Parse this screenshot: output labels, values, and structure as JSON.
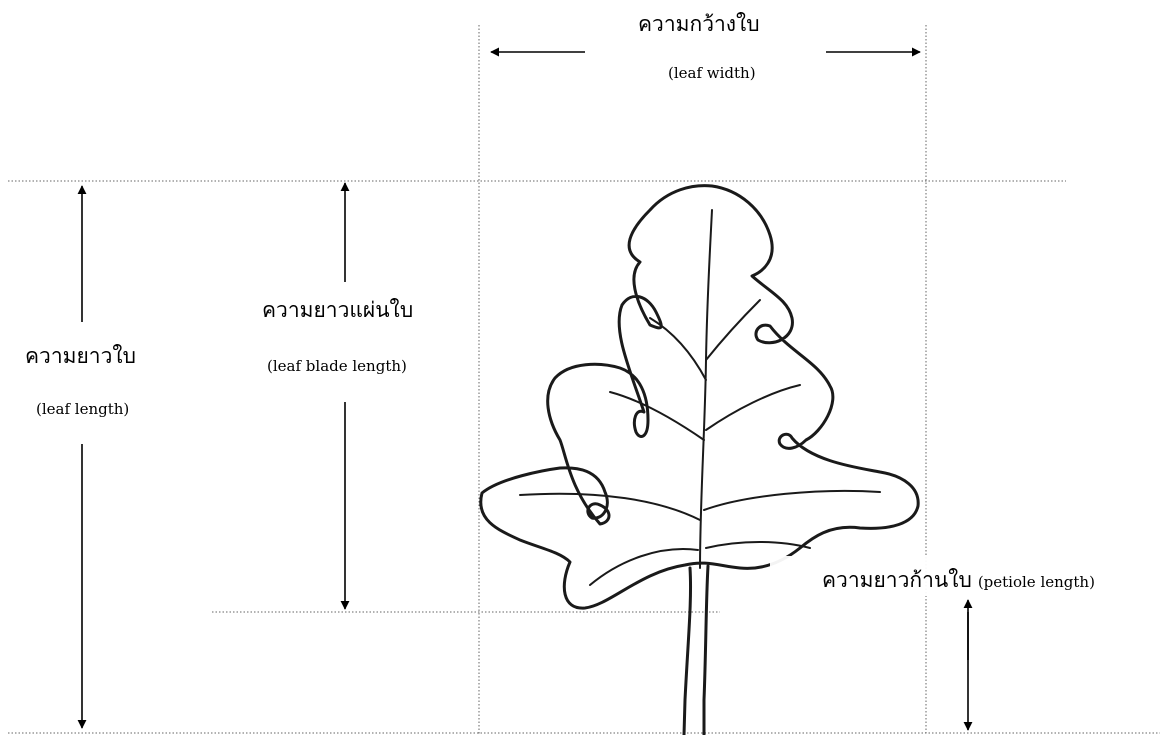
{
  "labels": {
    "leaf_width_th": "ความกว้างใบ",
    "leaf_width_en": "(leaf width)",
    "leaf_blade_length_th": "ความยาวแผ่นใบ",
    "leaf_blade_length_en": "(leaf blade length)",
    "leaf_length_th": "ความยาวใบ",
    "leaf_length_en": "(leaf length)",
    "petiole_length_th": "ความยาวก้านใบ",
    "petiole_length_en": "(petiole length)"
  },
  "colors": {
    "ink": "#000000",
    "guide": "#666666",
    "background": "#ffffff"
  }
}
